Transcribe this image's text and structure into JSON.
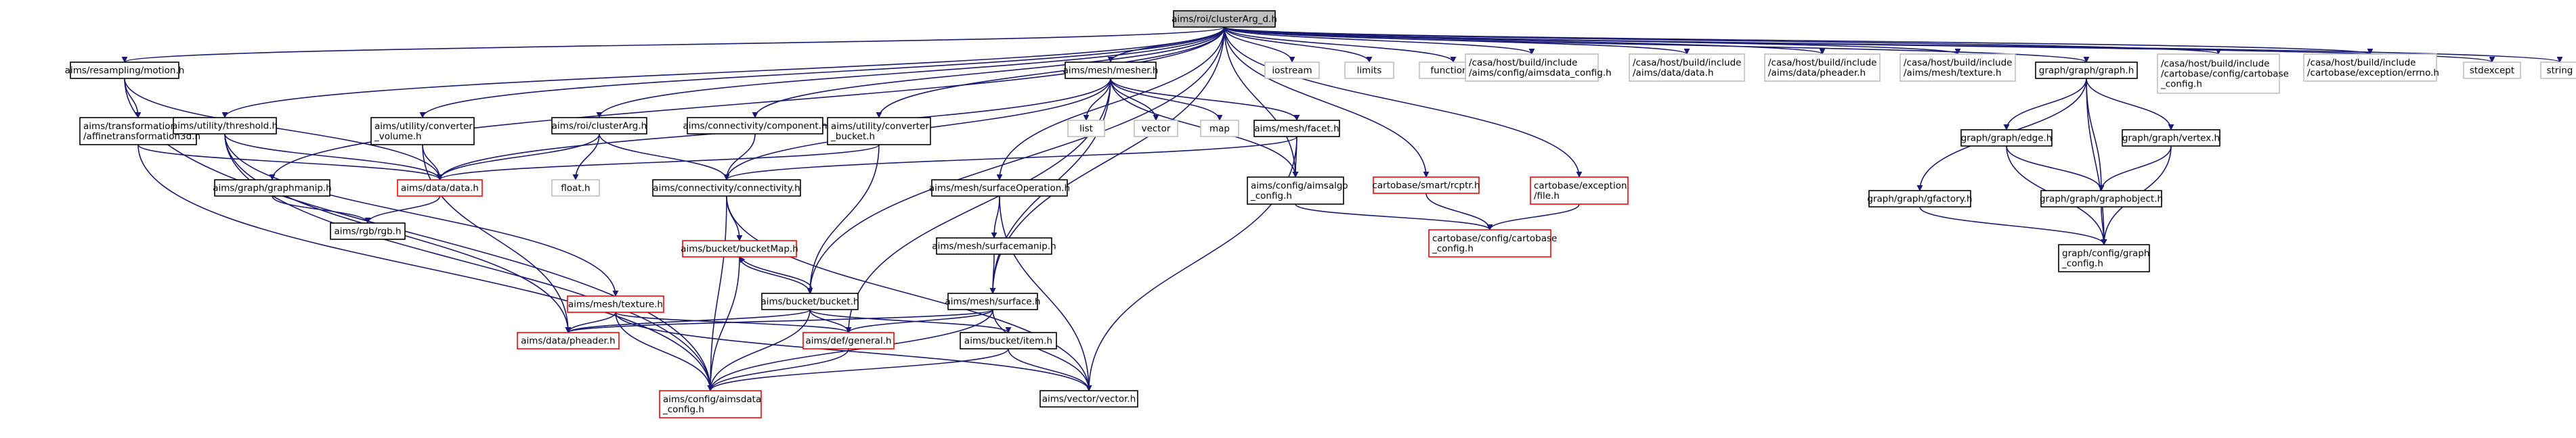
{
  "colors": {
    "edge": "#191970",
    "border_normal": "#000000",
    "border_missing": "#bfbfbf",
    "border_truncated": "#ff0000",
    "fill_normal": "#ffffff",
    "fill_root": "#bfbfbf"
  },
  "nodes": [
    {
      "id": "root",
      "label": "aims/roi/clusterArg_d.h",
      "kind": "root"
    },
    {
      "id": "resampling",
      "label": "aims/resampling/motion.h",
      "kind": "normal"
    },
    {
      "id": "transformation",
      "label": "aims/transformation\n/affinetransformation3d.h",
      "kind": "normal"
    },
    {
      "id": "threshold",
      "label": "aims/utility/threshold.h",
      "kind": "normal"
    },
    {
      "id": "graphmanip",
      "label": "aims/graph/graphmanip.h",
      "kind": "normal"
    },
    {
      "id": "rgb",
      "label": "aims/rgb/rgb.h",
      "kind": "normal"
    },
    {
      "id": "conv_volume",
      "label": "aims/utility/converter\n_volume.h",
      "kind": "normal"
    },
    {
      "id": "data",
      "label": "aims/data/data.h",
      "kind": "truncated"
    },
    {
      "id": "clusterArg",
      "label": "aims/roi/clusterArg.h",
      "kind": "normal"
    },
    {
      "id": "float",
      "label": "float.h",
      "kind": "missing"
    },
    {
      "id": "component",
      "label": "aims/connectivity/component.h",
      "kind": "normal"
    },
    {
      "id": "connectivity",
      "label": "aims/connectivity/connectivity.h",
      "kind": "normal"
    },
    {
      "id": "conv_bucket",
      "label": "aims/utility/converter\n_bucket.h",
      "kind": "normal"
    },
    {
      "id": "bucketMap",
      "label": "aims/bucket/bucketMap.h",
      "kind": "truncated"
    },
    {
      "id": "bucket",
      "label": "aims/bucket/bucket.h",
      "kind": "normal"
    },
    {
      "id": "texture",
      "label": "aims/mesh/texture.h",
      "kind": "truncated"
    },
    {
      "id": "pheader",
      "label": "aims/data/pheader.h",
      "kind": "truncated"
    },
    {
      "id": "aimsdata_config",
      "label": "aims/config/aimsdata\n_config.h",
      "kind": "truncated"
    },
    {
      "id": "general",
      "label": "aims/def/general.h",
      "kind": "truncated"
    },
    {
      "id": "item",
      "label": "aims/bucket/item.h",
      "kind": "normal"
    },
    {
      "id": "vector",
      "label": "aims/vector/vector.h",
      "kind": "normal"
    },
    {
      "id": "mesher",
      "label": "aims/mesh/mesher.h",
      "kind": "normal"
    },
    {
      "id": "list",
      "label": "list",
      "kind": "missing"
    },
    {
      "id": "vector_std",
      "label": "vector",
      "kind": "missing"
    },
    {
      "id": "map",
      "label": "map",
      "kind": "missing"
    },
    {
      "id": "facet",
      "label": "aims/mesh/facet.h",
      "kind": "normal"
    },
    {
      "id": "surfaceOperation",
      "label": "aims/mesh/surfaceOperation.h",
      "kind": "normal"
    },
    {
      "id": "surfacemanip",
      "label": "aims/mesh/surfacemanip.h",
      "kind": "normal"
    },
    {
      "id": "surface",
      "label": "aims/mesh/surface.h",
      "kind": "normal"
    },
    {
      "id": "aimsalgo_config",
      "label": "aims/config/aimsalgo\n_config.h",
      "kind": "normal"
    },
    {
      "id": "rcptr",
      "label": "cartobase/smart/rcptr.h",
      "kind": "truncated"
    },
    {
      "id": "exception_file",
      "label": "cartobase/exception\n/file.h",
      "kind": "truncated"
    },
    {
      "id": "cartobase_config",
      "label": "cartobase/config/cartobase\n_config.h",
      "kind": "truncated"
    },
    {
      "id": "iostream",
      "label": "iostream",
      "kind": "missing"
    },
    {
      "id": "limits",
      "label": "limits",
      "kind": "missing"
    },
    {
      "id": "functional",
      "label": "functional",
      "kind": "missing"
    },
    {
      "id": "inc_aimsdata_config",
      "label": "/casa/host/build/include\n/aims/config/aimsdata_config.h",
      "kind": "missing"
    },
    {
      "id": "inc_data",
      "label": "/casa/host/build/include\n/aims/data/data.h",
      "kind": "missing"
    },
    {
      "id": "inc_pheader",
      "label": "/casa/host/build/include\n/aims/data/pheader.h",
      "kind": "missing"
    },
    {
      "id": "inc_texture",
      "label": "/casa/host/build/include\n/aims/mesh/texture.h",
      "kind": "missing"
    },
    {
      "id": "graph",
      "label": "graph/graph/graph.h",
      "kind": "normal"
    },
    {
      "id": "edge",
      "label": "graph/graph/edge.h",
      "kind": "normal"
    },
    {
      "id": "vertex",
      "label": "graph/graph/vertex.h",
      "kind": "normal"
    },
    {
      "id": "gfactory",
      "label": "graph/graph/gfactory.h",
      "kind": "normal"
    },
    {
      "id": "graphobject",
      "label": "graph/graph/graphobject.h",
      "kind": "normal"
    },
    {
      "id": "graph_config",
      "label": "graph/config/graph\n_config.h",
      "kind": "normal"
    },
    {
      "id": "inc_cartobase_config",
      "label": "/casa/host/build/include\n/cartobase/config/cartobase\n_config.h",
      "kind": "missing"
    },
    {
      "id": "inc_errno",
      "label": "/casa/host/build/include\n/cartobase/exception/errno.h",
      "kind": "missing"
    },
    {
      "id": "stdexcept",
      "label": "stdexcept",
      "kind": "missing"
    },
    {
      "id": "string",
      "label": "string",
      "kind": "missing"
    }
  ],
  "edges": [
    [
      "root",
      "resampling"
    ],
    [
      "root",
      "threshold"
    ],
    [
      "root",
      "graphmanip"
    ],
    [
      "root",
      "conv_volume"
    ],
    [
      "root",
      "clusterArg"
    ],
    [
      "root",
      "component"
    ],
    [
      "root",
      "conv_bucket"
    ],
    [
      "root",
      "bucket"
    ],
    [
      "root",
      "mesher"
    ],
    [
      "root",
      "surfaceOperation"
    ],
    [
      "root",
      "surface"
    ],
    [
      "root",
      "aimsalgo_config"
    ],
    [
      "root",
      "rcptr"
    ],
    [
      "root",
      "exception_file"
    ],
    [
      "root",
      "iostream"
    ],
    [
      "root",
      "limits"
    ],
    [
      "root",
      "functional"
    ],
    [
      "root",
      "inc_aimsdata_config"
    ],
    [
      "root",
      "inc_data"
    ],
    [
      "root",
      "inc_pheader"
    ],
    [
      "root",
      "inc_texture"
    ],
    [
      "root",
      "graph"
    ],
    [
      "root",
      "inc_cartobase_config"
    ],
    [
      "root",
      "inc_errno"
    ],
    [
      "root",
      "stdexcept"
    ],
    [
      "root",
      "string"
    ],
    [
      "resampling",
      "transformation"
    ],
    [
      "resampling",
      "data"
    ],
    [
      "resampling",
      "aimsdata_config"
    ],
    [
      "transformation",
      "data"
    ],
    [
      "transformation",
      "aimsdata_config"
    ],
    [
      "threshold",
      "data"
    ],
    [
      "threshold",
      "texture"
    ],
    [
      "threshold",
      "pheader"
    ],
    [
      "threshold",
      "aimsdata_config"
    ],
    [
      "graphmanip",
      "rgb"
    ],
    [
      "data",
      "rgb"
    ],
    [
      "conv_volume",
      "data"
    ],
    [
      "conv_volume",
      "pheader"
    ],
    [
      "clusterArg",
      "data"
    ],
    [
      "clusterArg",
      "float"
    ],
    [
      "clusterArg",
      "connectivity"
    ],
    [
      "component",
      "connectivity"
    ],
    [
      "conv_bucket",
      "data"
    ],
    [
      "conv_bucket",
      "bucket"
    ],
    [
      "connectivity",
      "bucketMap"
    ],
    [
      "connectivity",
      "aimsdata_config"
    ],
    [
      "connectivity",
      "vector"
    ],
    [
      "bucketMap",
      "bucket"
    ],
    [
      "bucketMap",
      "aimsdata_config"
    ],
    [
      "bucket",
      "bucketMap"
    ],
    [
      "bucket",
      "pheader"
    ],
    [
      "bucket",
      "general"
    ],
    [
      "bucket",
      "item"
    ],
    [
      "bucket",
      "aimsdata_config"
    ],
    [
      "texture",
      "pheader"
    ],
    [
      "texture",
      "aimsdata_config"
    ],
    [
      "texture",
      "general"
    ],
    [
      "texture",
      "vector"
    ],
    [
      "general",
      "aimsdata_config"
    ],
    [
      "item",
      "aimsdata_config"
    ],
    [
      "item",
      "vector"
    ],
    [
      "mesher",
      "data"
    ],
    [
      "mesher",
      "list"
    ],
    [
      "mesher",
      "vector_std"
    ],
    [
      "mesher",
      "map"
    ],
    [
      "mesher",
      "facet"
    ],
    [
      "mesher",
      "surface"
    ],
    [
      "mesher",
      "general"
    ],
    [
      "mesher",
      "connectivity"
    ],
    [
      "mesher",
      "aimsalgo_config"
    ],
    [
      "facet",
      "connectivity"
    ],
    [
      "facet",
      "aimsalgo_config"
    ],
    [
      "facet",
      "vector"
    ],
    [
      "surfaceOperation",
      "surfacemanip"
    ],
    [
      "surfaceOperation",
      "vector"
    ],
    [
      "surfacemanip",
      "surface"
    ],
    [
      "surface",
      "pheader"
    ],
    [
      "surface",
      "general"
    ],
    [
      "surface",
      "vector"
    ],
    [
      "surface",
      "aimsdata_config"
    ],
    [
      "aimsalgo_config",
      "cartobase_config"
    ],
    [
      "rcptr",
      "cartobase_config"
    ],
    [
      "exception_file",
      "cartobase_config"
    ],
    [
      "graph",
      "edge"
    ],
    [
      "graph",
      "vertex"
    ],
    [
      "graph",
      "gfactory"
    ],
    [
      "graph",
      "graphobject"
    ],
    [
      "graph",
      "graph_config"
    ],
    [
      "edge",
      "graphobject"
    ],
    [
      "edge",
      "graph_config"
    ],
    [
      "vertex",
      "graphobject"
    ],
    [
      "vertex",
      "graph_config"
    ],
    [
      "gfactory",
      "graph_config"
    ],
    [
      "graphobject",
      "graph_config"
    ]
  ]
}
